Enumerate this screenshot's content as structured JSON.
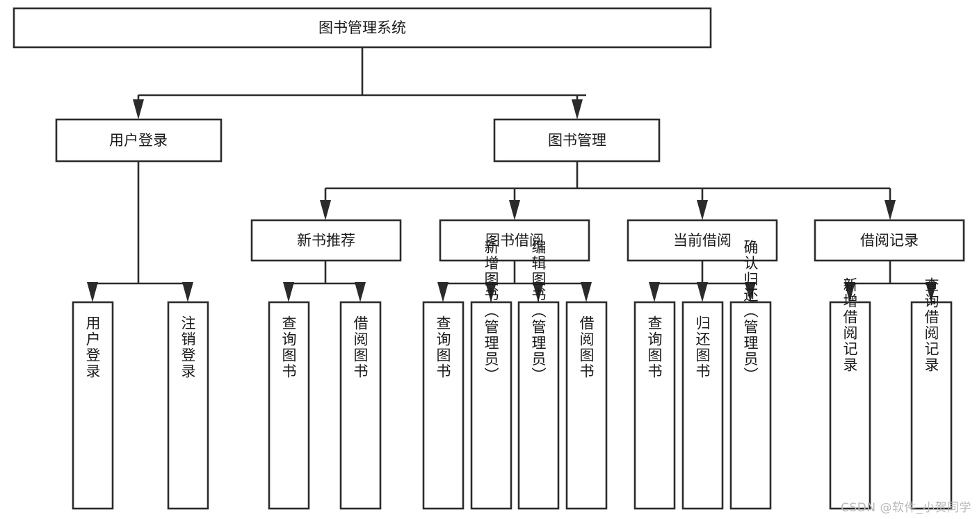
{
  "diagram": {
    "title": "图书管理系统",
    "type": "tree",
    "watermark": "CSDN @软件_小贺同学",
    "colors": {
      "box_stroke": "#2b2b2b",
      "box_fill": "#ffffff",
      "text": "#1a1a1a",
      "background": "#ffffff",
      "watermark": "#b9b9b9"
    },
    "levels": {
      "root": {
        "label": "图书管理系统"
      },
      "level2": [
        {
          "id": "user-login",
          "label": "用户登录"
        },
        {
          "id": "book-management",
          "label": "图书管理"
        }
      ],
      "level3": [
        {
          "id": "new-book-recommend",
          "label": "新书推荐",
          "parent": "book-management"
        },
        {
          "id": "book-borrow",
          "label": "图书借阅",
          "parent": "book-management"
        },
        {
          "id": "current-borrow",
          "label": "当前借阅",
          "parent": "book-management"
        },
        {
          "id": "borrow-record",
          "label": "借阅记录",
          "parent": "book-management"
        }
      ],
      "leaves": [
        {
          "id": "leaf-user-login",
          "label": "用户登录",
          "parent": "user-login"
        },
        {
          "id": "leaf-logout",
          "label": "注销登录",
          "parent": "user-login"
        },
        {
          "id": "leaf-query-book-1",
          "label": "查询图书",
          "parent": "new-book-recommend"
        },
        {
          "id": "leaf-borrow-book-1",
          "label": "借阅图书",
          "parent": "new-book-recommend"
        },
        {
          "id": "leaf-query-book-2",
          "label": "查询图书",
          "parent": "book-borrow"
        },
        {
          "id": "leaf-add-book",
          "label": "新增图书（管理员）",
          "parent": "book-borrow"
        },
        {
          "id": "leaf-edit-book",
          "label": "编辑图书（管理员）",
          "parent": "book-borrow"
        },
        {
          "id": "leaf-borrow-book-2",
          "label": "借阅图书",
          "parent": "book-borrow"
        },
        {
          "id": "leaf-query-book-3",
          "label": "查询图书",
          "parent": "current-borrow"
        },
        {
          "id": "leaf-return-book",
          "label": "归还图书",
          "parent": "current-borrow"
        },
        {
          "id": "leaf-confirm-return",
          "label": "确认归还（管理员）",
          "parent": "current-borrow"
        },
        {
          "id": "leaf-add-record",
          "label": "新增借阅记录",
          "parent": "borrow-record"
        },
        {
          "id": "leaf-query-record",
          "label": "查询借阅记录",
          "parent": "borrow-record"
        }
      ]
    }
  }
}
